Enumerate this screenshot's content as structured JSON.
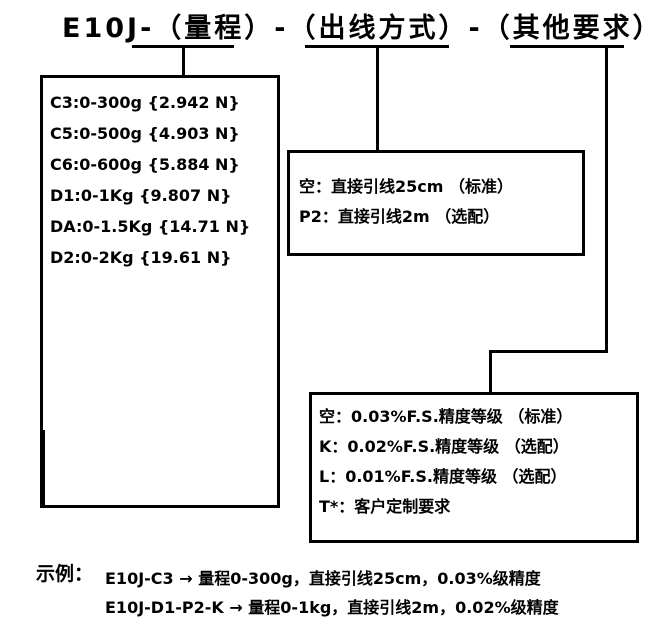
{
  "title": "E10J-（量程）-（出线方式）-（其他要求）",
  "range_box": {
    "items": [
      "C3:0-300g {2.942 N}",
      "C5:0-500g {4.903 N}",
      "C6:0-600g {5.884 N}",
      "D1:0-1Kg {9.807 N}",
      "DA:0-1.5Kg {14.71 N}",
      "D2:0-2Kg {19.61 N}"
    ]
  },
  "wire_box": {
    "items": [
      "空：直接引线25cm （标准）",
      "P2：直接引线2m （选配）"
    ]
  },
  "accuracy_box": {
    "items": [
      "空：0.03%F.S.精度等级 （标准）",
      "K：0.02%F.S.精度等级 （选配）",
      "L：0.01%F.S.精度等级 （选配）",
      "T*：客户定制要求"
    ]
  },
  "example": {
    "label": "示例：",
    "lines": [
      "E10J-C3 → 量程0-300g，直接引线25cm，0.03%级精度",
      "E10J-D1-P2-K → 量程0-1kg，直接引线2m，0.02%级精度"
    ]
  }
}
